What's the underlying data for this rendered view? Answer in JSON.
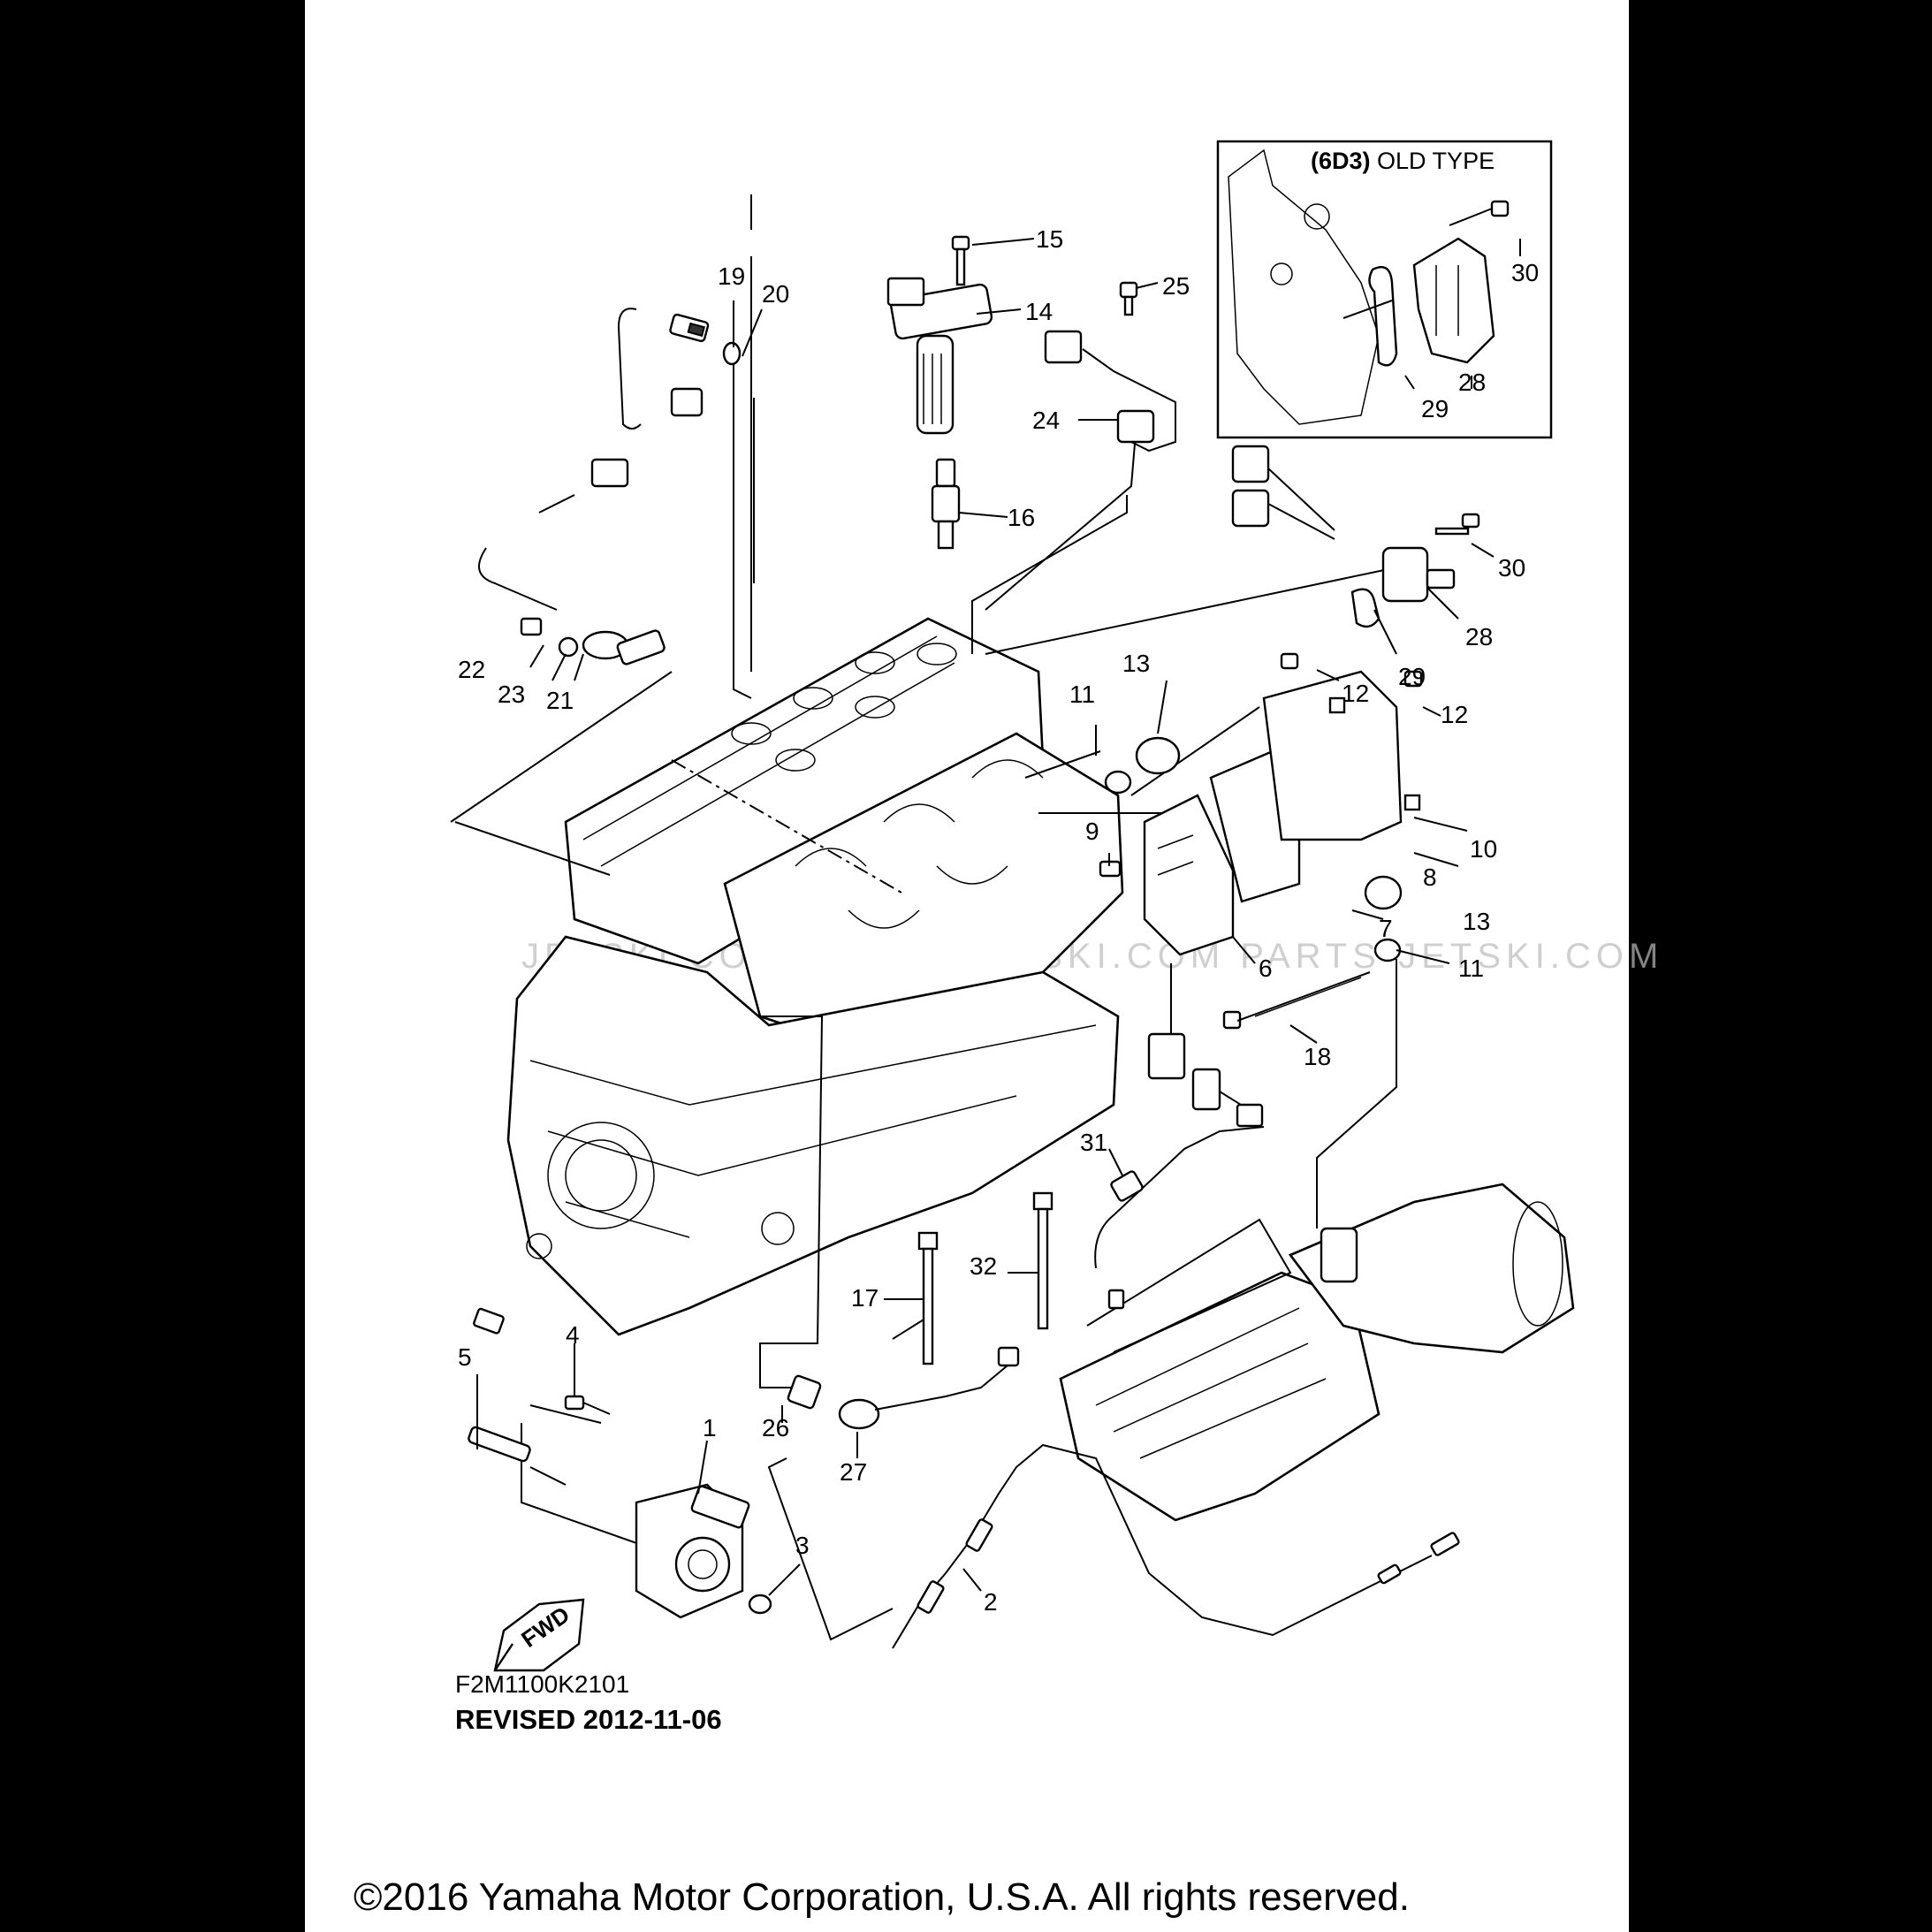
{
  "inset": {
    "variant": "(6D3)",
    "label": "OLD TYPE"
  },
  "callouts": [
    {
      "id": "c1",
      "text": "1"
    },
    {
      "id": "c2",
      "text": "2"
    },
    {
      "id": "c3",
      "text": "3"
    },
    {
      "id": "c4",
      "text": "4"
    },
    {
      "id": "c5",
      "text": "5"
    },
    {
      "id": "c6",
      "text": "6"
    },
    {
      "id": "c7",
      "text": "7"
    },
    {
      "id": "c8",
      "text": "8"
    },
    {
      "id": "c9",
      "text": "9"
    },
    {
      "id": "c10",
      "text": "10"
    },
    {
      "id": "c11a",
      "text": "11"
    },
    {
      "id": "c11b",
      "text": "11"
    },
    {
      "id": "c12a",
      "text": "12"
    },
    {
      "id": "c12b",
      "text": "12"
    },
    {
      "id": "c13a",
      "text": "13"
    },
    {
      "id": "c13b",
      "text": "13"
    },
    {
      "id": "c14",
      "text": "14"
    },
    {
      "id": "c15",
      "text": "15"
    },
    {
      "id": "c16",
      "text": "16"
    },
    {
      "id": "c17",
      "text": "17"
    },
    {
      "id": "c18",
      "text": "18"
    },
    {
      "id": "c19",
      "text": "19"
    },
    {
      "id": "c20",
      "text": "20"
    },
    {
      "id": "c21",
      "text": "21"
    },
    {
      "id": "c22",
      "text": "22"
    },
    {
      "id": "c23",
      "text": "23"
    },
    {
      "id": "c24",
      "text": "24"
    },
    {
      "id": "c25",
      "text": "25"
    },
    {
      "id": "c26",
      "text": "26"
    },
    {
      "id": "c27",
      "text": "27"
    },
    {
      "id": "c28a",
      "text": "28"
    },
    {
      "id": "c28b",
      "text": "28"
    },
    {
      "id": "c29a",
      "text": "29"
    },
    {
      "id": "c29b",
      "text": "29"
    },
    {
      "id": "c30a",
      "text": "30"
    },
    {
      "id": "c30b",
      "text": "30"
    },
    {
      "id": "c31",
      "text": "31"
    },
    {
      "id": "c32",
      "text": "32"
    }
  ],
  "fwd_label": "FWD",
  "diagram_code": "F2M1100K2101",
  "revision": "REVISED 2012-11-06",
  "watermark": "JETSKI.COM  PARTS-JETSKI.COM  PARTS-JETSKI.COM",
  "copyright": "©2016 Yamaha Motor Corporation, U.S.A. All rights reserved."
}
